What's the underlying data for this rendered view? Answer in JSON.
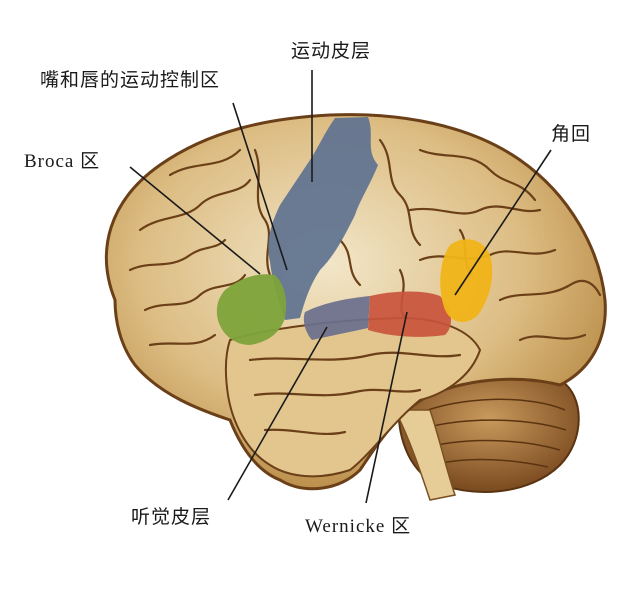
{
  "figure": {
    "type": "lateral view of left cerebral hemisphere with language areas",
    "colors": {
      "cortex": "#d9b77a",
      "cortex_light": "#efe1c0",
      "sulcus": "#6b3f17",
      "cerebellum": "#a06a36",
      "motor_cortex": "#5e7290",
      "broca": "#7ea33a",
      "auditory_cortex": "#6a6f8e",
      "wernicke": "#c8543c",
      "angular_gyrus": "#f0b418",
      "leader_line": "#1a1a1a"
    }
  },
  "labels": {
    "motor_cortex": "运动皮层",
    "mouth_lip_motor": "嘴和唇的运动控制区",
    "broca": "Broca 区",
    "angular_gyrus": "角回",
    "auditory_cortex": "听觉皮层",
    "wernicke": "Wernicke 区"
  }
}
